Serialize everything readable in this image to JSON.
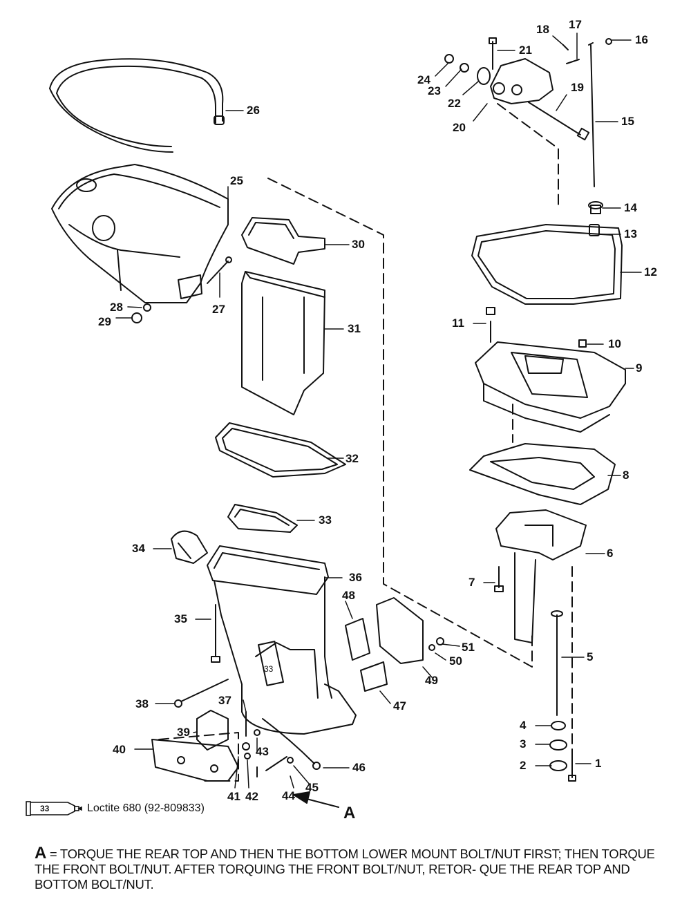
{
  "callouts": [
    {
      "n": "1"
    },
    {
      "n": "2"
    },
    {
      "n": "3"
    },
    {
      "n": "4"
    },
    {
      "n": "5"
    },
    {
      "n": "6"
    },
    {
      "n": "7"
    },
    {
      "n": "8"
    },
    {
      "n": "9"
    },
    {
      "n": "10"
    },
    {
      "n": "11"
    },
    {
      "n": "12"
    },
    {
      "n": "13"
    },
    {
      "n": "14"
    },
    {
      "n": "15"
    },
    {
      "n": "16"
    },
    {
      "n": "17"
    },
    {
      "n": "18"
    },
    {
      "n": "19"
    },
    {
      "n": "20"
    },
    {
      "n": "21"
    },
    {
      "n": "22"
    },
    {
      "n": "23"
    },
    {
      "n": "24"
    },
    {
      "n": "25"
    },
    {
      "n": "26"
    },
    {
      "n": "27"
    },
    {
      "n": "28"
    },
    {
      "n": "29"
    },
    {
      "n": "30"
    },
    {
      "n": "31"
    },
    {
      "n": "32"
    },
    {
      "n": "33"
    },
    {
      "n": "34"
    },
    {
      "n": "35"
    },
    {
      "n": "36"
    },
    {
      "n": "37"
    },
    {
      "n": "38"
    },
    {
      "n": "39"
    },
    {
      "n": "40"
    },
    {
      "n": "41"
    },
    {
      "n": "42"
    },
    {
      "n": "43"
    },
    {
      "n": "44"
    },
    {
      "n": "45"
    },
    {
      "n": "46"
    },
    {
      "n": "47"
    },
    {
      "n": "48"
    },
    {
      "n": "49"
    },
    {
      "n": "50"
    },
    {
      "n": "51"
    }
  ],
  "tube_mark": "33",
  "marker": "A",
  "legend": {
    "tube_number": "33",
    "text": "Loctite 680 (92-809833)"
  },
  "note": {
    "letter": "A",
    "text": " = TORQUE THE REAR TOP AND THEN THE BOTTOM LOWER MOUNT BOLT/NUT FIRST; THEN TORQUE THE FRONT BOLT/NUT. AFTER TORQUING THE FRONT BOLT/NUT, RETOR- QUE THE REAR TOP AND BOTTOM BOLT/NUT."
  }
}
